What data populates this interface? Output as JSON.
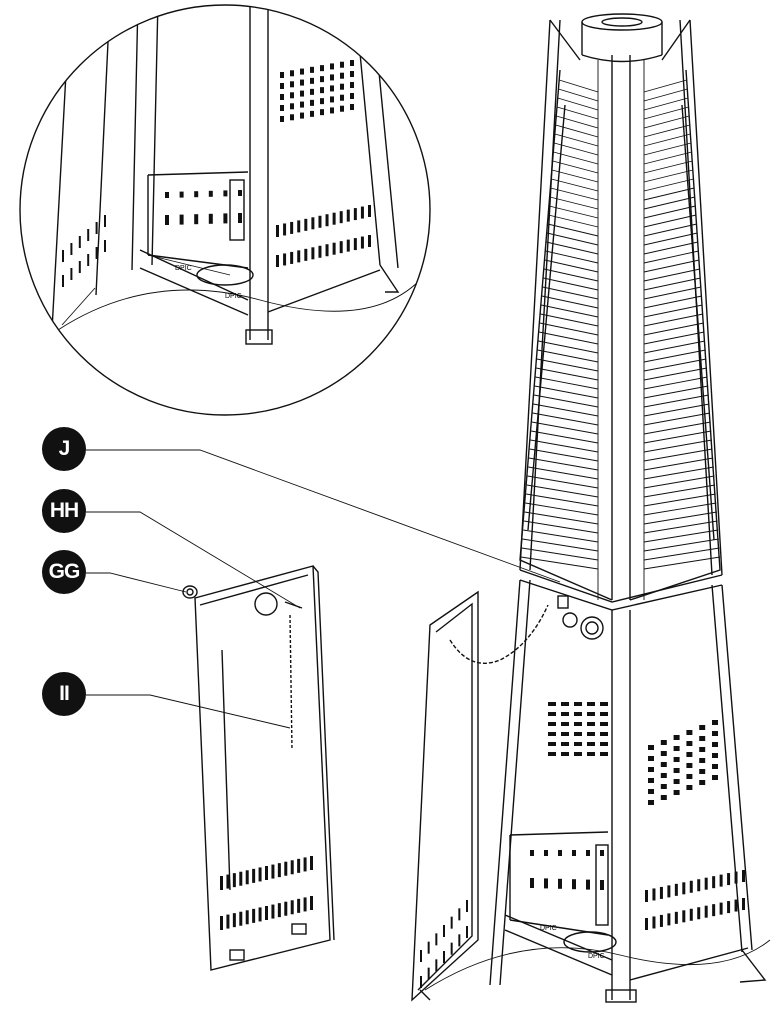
{
  "callouts": {
    "j": "J",
    "hh": "HH",
    "gg": "GG",
    "ii": "II"
  },
  "base_label": "DPIC"
}
